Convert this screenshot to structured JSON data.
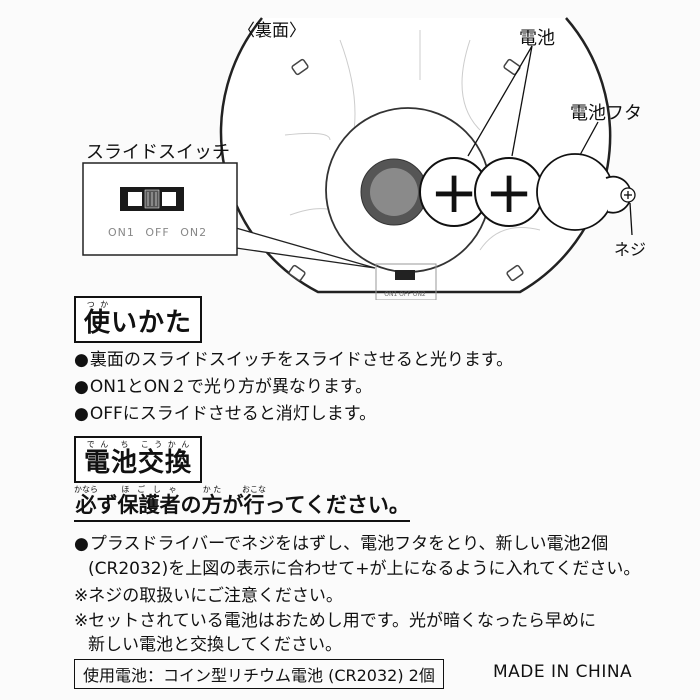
{
  "diagram": {
    "back_label": "〈裏面〉",
    "battery_label": "電池",
    "battery_cover_label": "電池フタ",
    "slide_switch_label": "スライドスイッチ",
    "screw_label": "ネジ",
    "switch_positions": [
      "ON1",
      "OFF",
      "ON2"
    ],
    "plus_symbol": "+"
  },
  "usage": {
    "title_chars": [
      "使",
      "いかた"
    ],
    "title_ruby": "つか",
    "items": [
      "裏面のスライドスイッチをスライドさせると光ります。",
      "ON1とON２で光り方が異なります。",
      "OFFにスライドさせると消灯します。"
    ]
  },
  "battery_change": {
    "title_words": [
      {
        "kanji": "電",
        "ruby": "でん"
      },
      {
        "kanji": "池",
        "ruby": "ち"
      },
      {
        "kanji": "交",
        "ruby": "こう"
      },
      {
        "kanji": "換",
        "ruby": "かん"
      }
    ],
    "warning": {
      "parts": [
        {
          "kanji": "必",
          "ruby": "かなら"
        },
        {
          "text": "ず"
        },
        {
          "kanji": "保護者",
          "ruby": "ほごしゃ"
        },
        {
          "text": "の"
        },
        {
          "kanji": "方",
          "ruby": "かた"
        },
        {
          "text": "が"
        },
        {
          "kanji": "行",
          "ruby": "おこな"
        },
        {
          "text": "ってください。"
        }
      ]
    },
    "instruction_1": "プラスドライバーでネジをはずし、電池フタをとり、新しい電池2個",
    "instruction_2": "(CR2032)を上図の表示に合わせて+が上になるように入れてください。",
    "note_1": "※ネジの取扱いにご注意ください。",
    "note_2a": "※セットされている電池はおためし用です。光が暗くなったら早めに",
    "note_2b": "新しい電池と交換してください。"
  },
  "footer": {
    "battery_spec": "使用電池：コイン型リチウム電池 (CR2032) 2個",
    "made_in": "MADE IN CHINA"
  }
}
